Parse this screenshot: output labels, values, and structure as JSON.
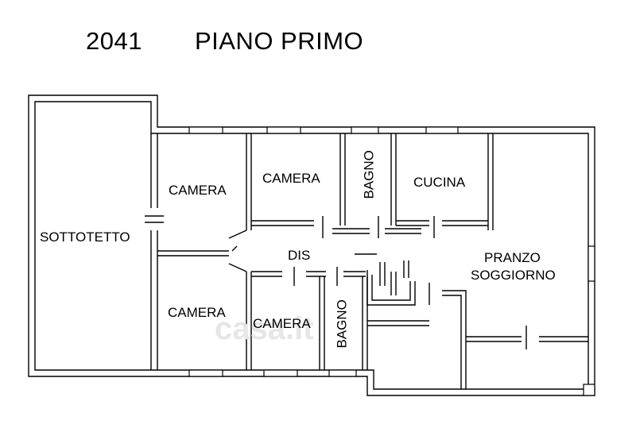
{
  "header": {
    "plan_number": "2041",
    "title": "PIANO PRIMO"
  },
  "rooms": {
    "sottotetto": "SOTTOTETTO",
    "camera_top_left": "CAMERA",
    "camera_top_mid": "CAMERA",
    "bagno_top": "BAGNO",
    "cucina": "CUCINA",
    "dis": "DIS",
    "pranzo": "PRANZO",
    "soggiorno": "SOGGIORNO",
    "camera_bottom_left": "CAMERA",
    "camera_bottom_mid": "CAMERA",
    "bagno_bottom": "BAGNO"
  },
  "watermark": "casa.it"
}
